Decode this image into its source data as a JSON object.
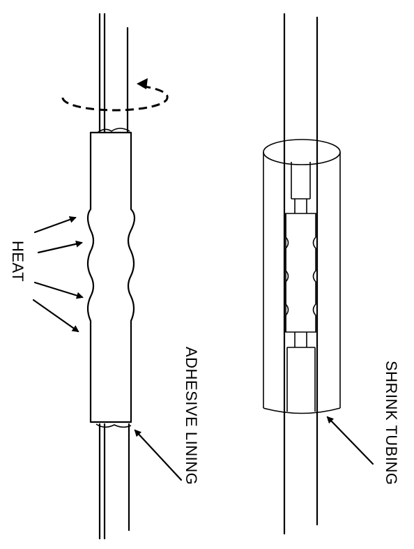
{
  "labels": {
    "heat": "HEAT",
    "adhesive_lining": "ADHESIVE LINING",
    "shrink_tubing": "SHRINK TUBING"
  },
  "colors": {
    "ink": "#000000",
    "background": "#ffffff"
  }
}
